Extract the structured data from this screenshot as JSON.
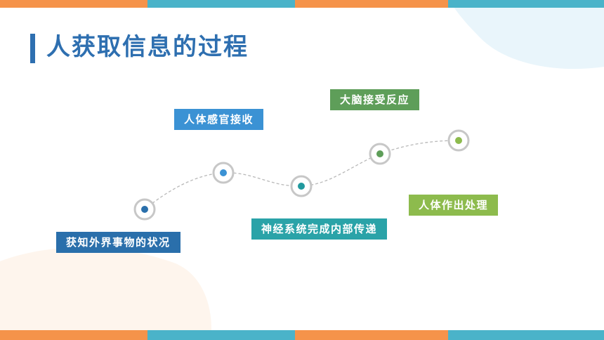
{
  "title": "人获取信息的过程",
  "colors": {
    "accent": "#2e6fb0",
    "stripe": [
      "#f5934a",
      "#4ab3c9",
      "#f5934a",
      "#4ab3c9"
    ],
    "connector": "#b8b8b8"
  },
  "steps": [
    {
      "label": "获知外界事物的状况",
      "color": "#2a6fab",
      "dot": "#2a6fab"
    },
    {
      "label": "人体感官接收",
      "color": "#3b92d4",
      "dot": "#3b92d4"
    },
    {
      "label": "神经系统完成内部传递",
      "color": "#2aa3a8",
      "dot": "#21999e"
    },
    {
      "label": "大脑接受反应",
      "color": "#5e9e59",
      "dot": "#5e9e59"
    },
    {
      "label": "人体作出处理",
      "color": "#8dbb4d",
      "dot": "#8dbb4d"
    }
  ]
}
